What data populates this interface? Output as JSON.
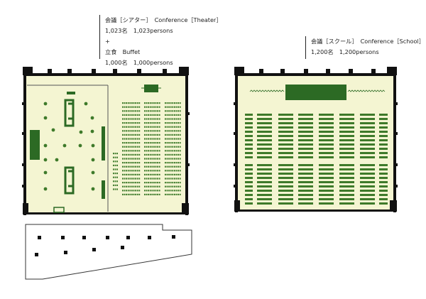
{
  "theater_buffet": {
    "line1": "会議［シアター］　Conference［Theater］",
    "line2": "1,023名　1,023persons",
    "line3": "+",
    "line4": "立食　Buffet",
    "line5": "1,000名　1,000persons"
  },
  "school": {
    "line1": "会議［スクール］　Conference［School］",
    "line2": "1,200名　1,200persons"
  },
  "colors": {
    "floor": "#f4f5d2",
    "wall": "#111111",
    "seat": "#3e7a2a",
    "stage": "#2c6a24",
    "table": "#3e7a2a"
  }
}
